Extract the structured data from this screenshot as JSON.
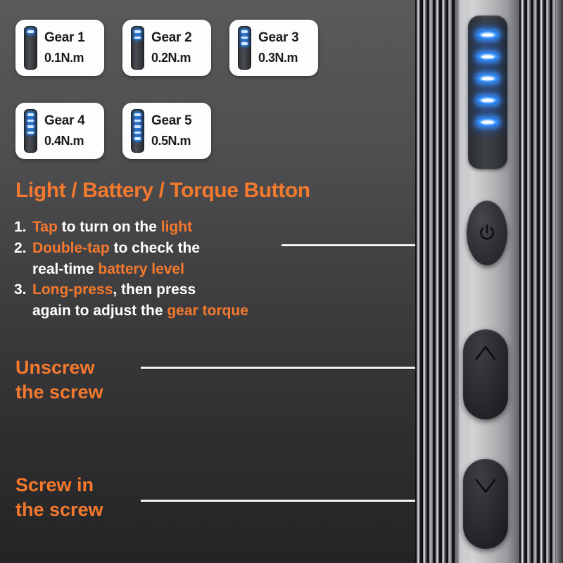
{
  "gear_cards": [
    {
      "name": "Gear 1",
      "torque": "0.1N.m",
      "leds": 1,
      "icon": "torque-indicator-icon"
    },
    {
      "name": "Gear 2",
      "torque": "0.2N.m",
      "leds": 2,
      "icon": "torque-indicator-icon"
    },
    {
      "name": "Gear 3",
      "torque": "0.3N.m",
      "leds": 3,
      "icon": "torque-indicator-icon"
    },
    {
      "name": "Gear 4",
      "torque": "0.4N.m",
      "leds": 4,
      "icon": "torque-indicator-icon"
    },
    {
      "name": "Gear 5",
      "torque": "0.5N.m",
      "leds": 5,
      "icon": "torque-indicator-icon"
    }
  ],
  "heading": "Light / Battery / Torque Button",
  "steps": [
    {
      "number": "1.",
      "parts": [
        {
          "text": "Tap",
          "highlight": true
        },
        {
          "text": " to turn on the ",
          "highlight": false
        },
        {
          "text": "light",
          "highlight": true
        }
      ]
    },
    {
      "number": "2.",
      "parts": [
        {
          "text": "Double-tap",
          "highlight": true
        },
        {
          "text": " to check the",
          "highlight": false
        }
      ],
      "continuation": [
        {
          "text": "real-time ",
          "highlight": false
        },
        {
          "text": "battery level",
          "highlight": true
        }
      ]
    },
    {
      "number": "3.",
      "parts": [
        {
          "text": "Long-press",
          "highlight": true
        },
        {
          "text": ", then press",
          "highlight": false
        }
      ],
      "continuation": [
        {
          "text": "again to adjust the ",
          "highlight": false
        },
        {
          "text": "gear torque",
          "highlight": true
        }
      ]
    }
  ],
  "callouts": {
    "unscrew": "Unscrew\nthe screw",
    "unscrew_line1": "Unscrew",
    "unscrew_line2": "the screw",
    "screw_in_line1": "Screw in",
    "screw_in_line2": "the screw"
  },
  "device": {
    "led_count": 5,
    "led_indicator_name": "battery-torque-led",
    "power_button_icon": "power-icon",
    "up_button_icon": "chevron-up-icon",
    "down_button_icon": "chevron-down-icon"
  },
  "colors": {
    "accent_orange": "#f4792e",
    "text_white": "#ffffff",
    "card_background": "#fdfdfd",
    "card_text": "#1c1c1e",
    "led_blue": "#3a97ff",
    "leader_line": "#f2f2f2"
  }
}
